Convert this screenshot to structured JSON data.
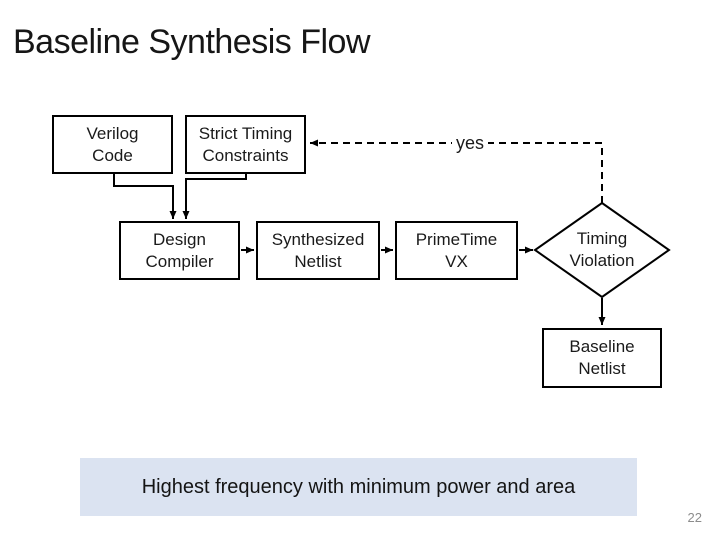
{
  "slide": {
    "title": "Baseline Synthesis Flow",
    "caption": "Highest frequency with minimum power and area",
    "caption_bg": "#dbe3f1",
    "page_number": "22"
  },
  "flowchart": {
    "ink_color": "#000000",
    "edge_label_yes": "yes",
    "nodes": {
      "verilog_code": {
        "line1": "Verilog",
        "line2": "Code"
      },
      "strict_constraints": {
        "line1": "Strict Timing",
        "line2": "Constraints"
      },
      "design_compiler": {
        "line1": "Design",
        "line2": "Compiler"
      },
      "synthesized_netlist": {
        "line1": "Synthesized",
        "line2": "Netlist"
      },
      "primetime_vx": {
        "line1": "PrimeTime",
        "line2": "VX"
      },
      "timing_violation": {
        "line1": "Timing",
        "line2": "Violation"
      },
      "baseline_netlist": {
        "line1": "Baseline",
        "line2": "Netlist"
      }
    }
  }
}
